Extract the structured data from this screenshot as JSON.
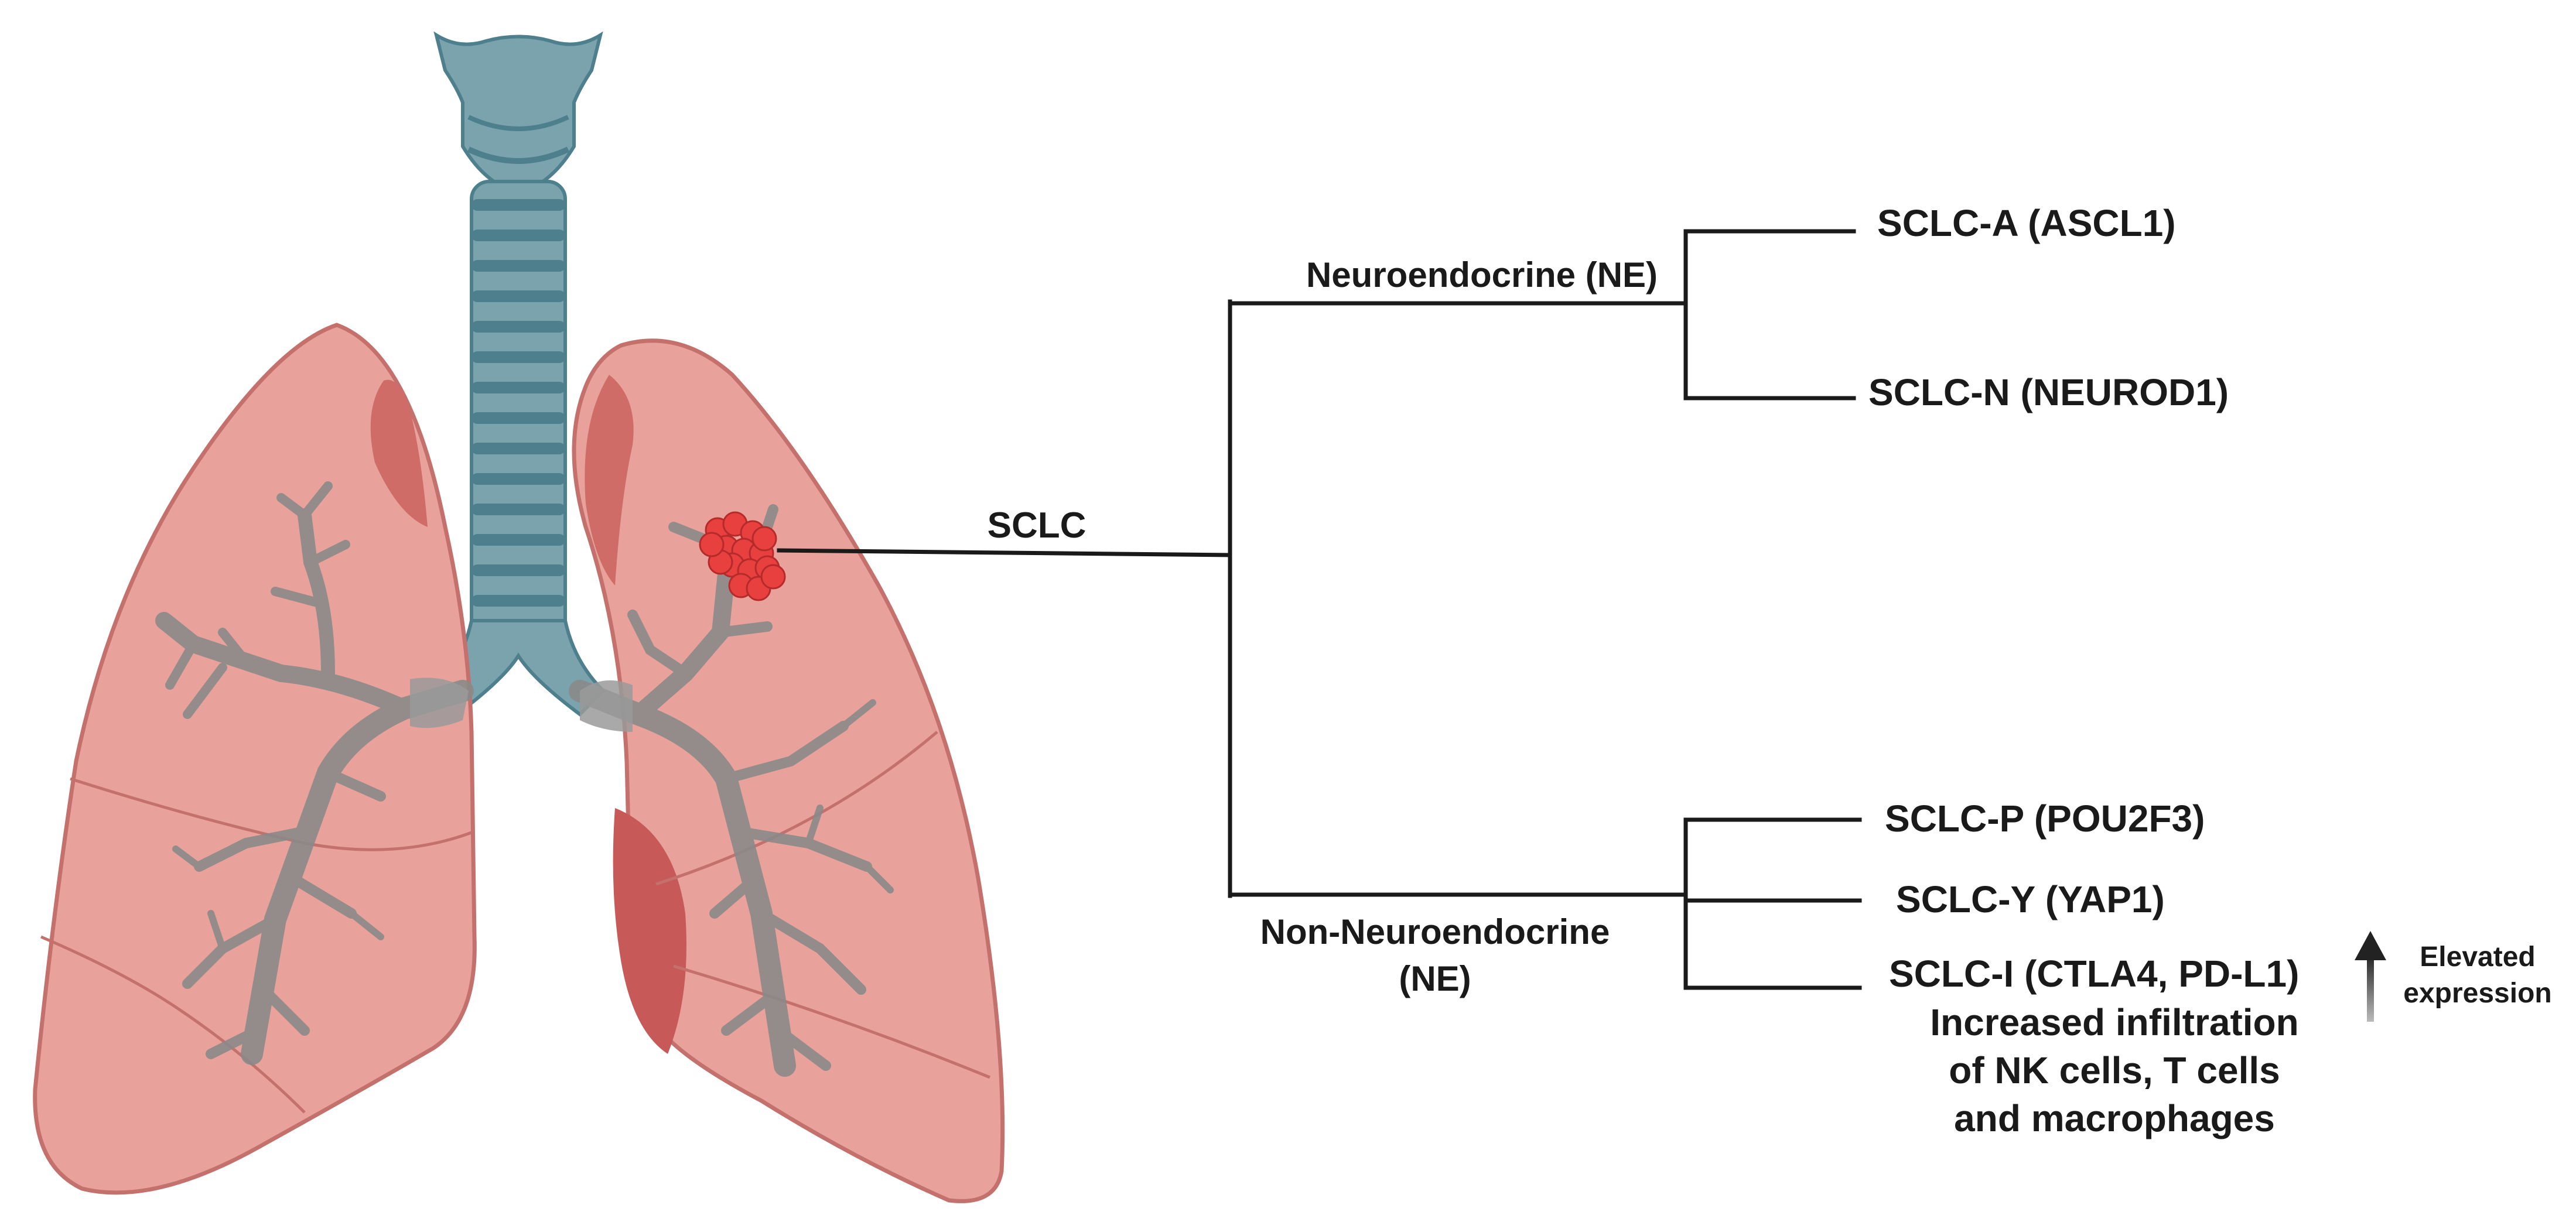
{
  "root": {
    "label": "SCLC"
  },
  "branches": {
    "ne": {
      "label": "Neuroendocrine (NE)"
    },
    "non_ne": {
      "label_line1": "Non-Neuroendocrine",
      "label_line2": "(NE)"
    }
  },
  "subtypes": {
    "a": "SCLC-A (ASCL1)",
    "n": "SCLC-N (NEUROD1)",
    "p": "SCLC-P (POU2F3)",
    "y": "SCLC-Y (YAP1)",
    "i": "SCLC-I (CTLA4, PD-L1)"
  },
  "infiltration": {
    "line1": "Increased infiltration",
    "line2": "of NK cells, T cells",
    "line3": "and macrophages"
  },
  "elevated": {
    "line1": "Elevated",
    "line2": "expression"
  },
  "colors": {
    "lung_fill": "#e8a29b",
    "lung_dark": "#d06c68",
    "lung_outline": "#c4706c",
    "bronchi": "#8a8a8a",
    "trachea": "#7ba3ad",
    "trachea_ring": "#4d7f8c",
    "tumor": "#e8403f",
    "line": "#1a1a1a"
  }
}
